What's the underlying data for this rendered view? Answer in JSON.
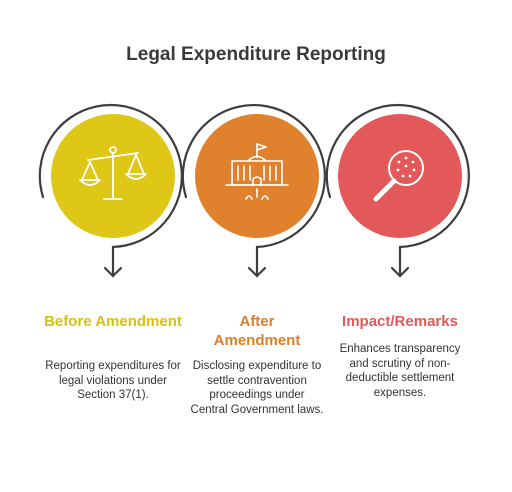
{
  "title": "Legal Expenditure Reporting",
  "colors": {
    "yellow": "#dfc718",
    "orange": "#e0822d",
    "red": "#e35959",
    "arc": "#3d3d3d",
    "text": "#333333"
  },
  "columns": [
    {
      "heading": "Before Amendment",
      "heading_color": "#d8c20f",
      "icon": "scales-of-justice-icon",
      "description": "Reporting expenditures for legal violations under Section 37(1)."
    },
    {
      "heading": "After Amendment",
      "heading_color": "#dc7e2a",
      "icon": "government-building-icon",
      "description": "Disclosing expenditure to settle contravention proceedings under Central Government laws."
    },
    {
      "heading": "Impact/Remarks",
      "heading_color": "#e35959",
      "icon": "magnifying-glass-icon",
      "description": "Enhances transparency and scrutiny of non-deductible settlement expenses."
    }
  ]
}
